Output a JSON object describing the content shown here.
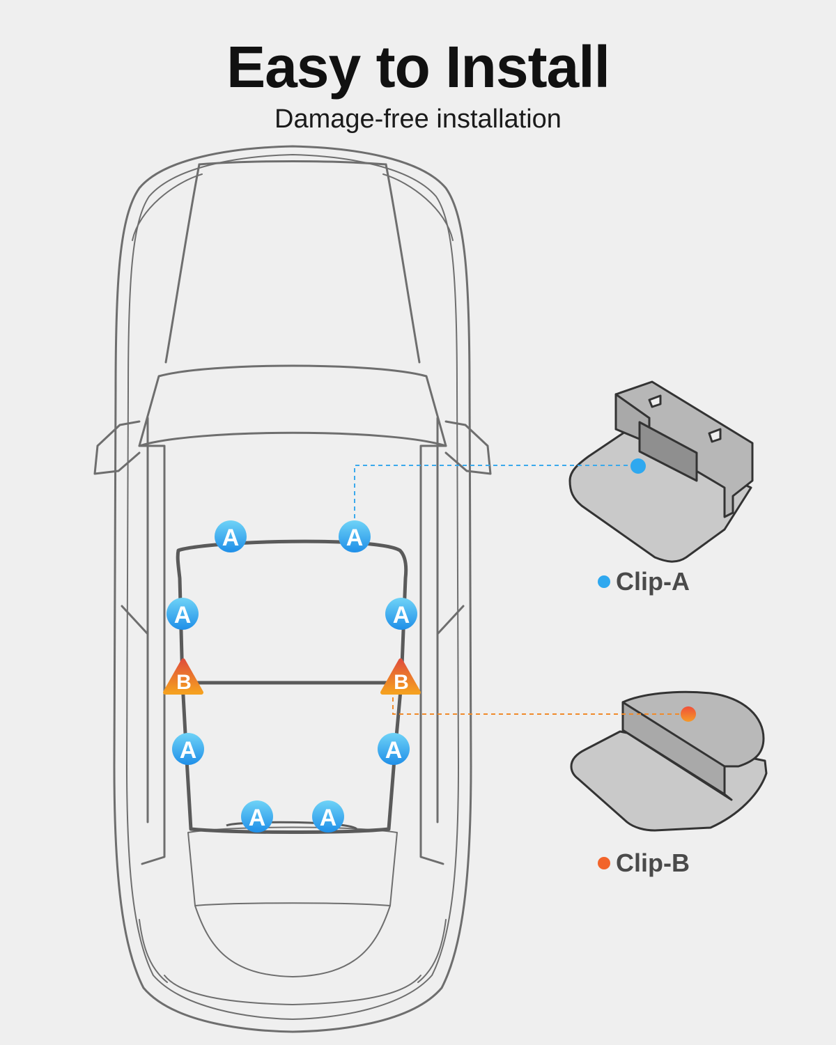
{
  "header": {
    "title": "Easy to Install",
    "subtitle": "Damage-free installation"
  },
  "markers": {
    "a_letter": "A",
    "b_letter": "B"
  },
  "legend": {
    "clip_a": {
      "label": "Clip-A",
      "color": "#2fa8ef"
    },
    "clip_b": {
      "label": "Clip-B",
      "color": "#f2642a"
    }
  },
  "colors": {
    "background": "#efefef",
    "car_outline": "#6e6e6e",
    "track": "#5a5a5a",
    "clip_a_leader": "#3aa9ec",
    "clip_b_leader": "#f08a2a",
    "clip_body": "#c9c9c9"
  }
}
